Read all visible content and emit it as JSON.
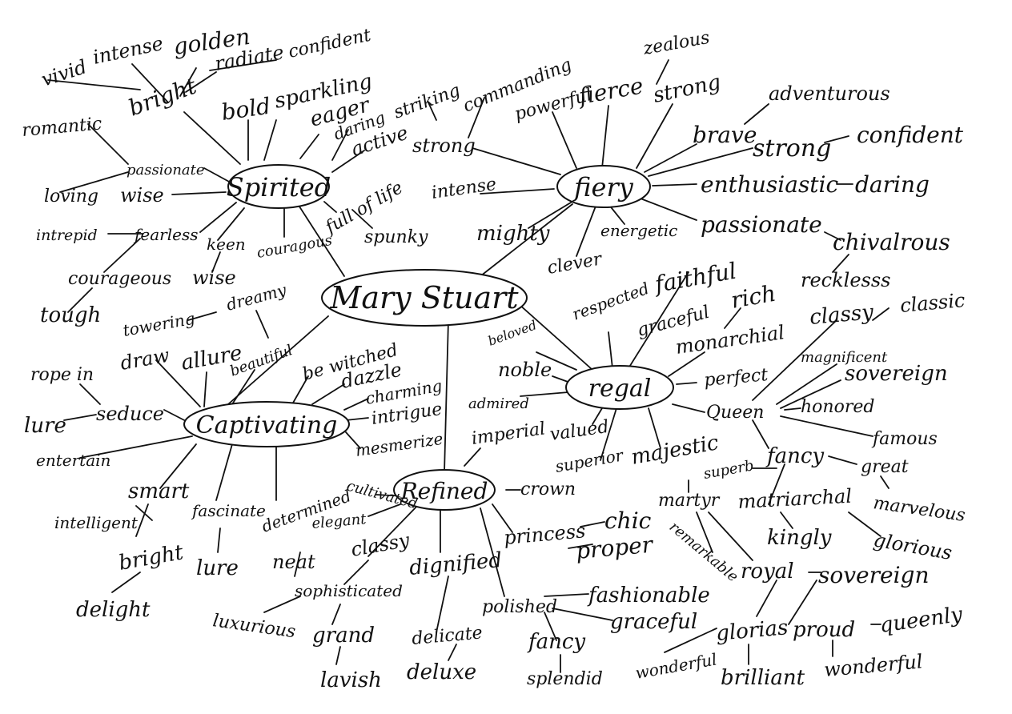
{
  "center": "Mary Stuart",
  "hubs": {
    "spirited": "Spirited",
    "fiery": "fiery",
    "captivating": "Captivating",
    "refined": "Refined",
    "regal": "regal"
  },
  "words": {
    "vivid": "vivid",
    "intense1": "intense",
    "golden": "golden",
    "radiate": "radiate",
    "confident1": "confident",
    "bright1": "bright",
    "bold": "bold",
    "sparkling": "sparkling",
    "eager": "eager",
    "daring1": "daring",
    "striking": "striking",
    "active": "active",
    "romantic": "romantic",
    "passionate1": "passionate",
    "loving": "loving",
    "wise1": "wise",
    "intrepid": "intrepid",
    "fearless": "fearless",
    "keen": "keen",
    "courageous1": "couragous",
    "fulloflife": "full of life",
    "spunky": "spunky",
    "courageous2": "courageous",
    "wise2": "wise",
    "tough": "tough",
    "commanding": "commanding",
    "powerful": "powerful",
    "fierce": "fierce",
    "zealous": "zealous",
    "strong1": "strong",
    "strong2": "strong",
    "adventurous": "adventurous",
    "brave": "brave",
    "strong3": "strong",
    "confident2": "confident",
    "intense2": "intense",
    "enthusiastic": "enthusiastic",
    "daring2": "daring",
    "mighty": "mighty",
    "energetic": "energetic",
    "passionate2": "passionate",
    "chivalrous": "chivalrous",
    "clever": "clever",
    "reckless": "recklesss",
    "towering": "towering",
    "dreamy": "dreamy",
    "beautiful": "beautiful",
    "draw": "draw",
    "allure": "allure",
    "ropein": "rope in",
    "seduce": "seduce",
    "lure1": "lure",
    "entertain": "entertain",
    "bewitched": "be witched",
    "dazzle": "dazzle",
    "charming": "charming",
    "intrigue": "intrigue",
    "mesmerize": "mesmerize",
    "smart": "smart",
    "intelligent": "intelligent",
    "bright2": "bright",
    "delight": "delight",
    "fascinate": "fascinate",
    "lure2": "lure",
    "determined": "determined",
    "cultivated": "cultivated",
    "elegant": "elegant",
    "neat": "neat",
    "classy1": "classy",
    "sophisticated": "sophisticated",
    "luxurious": "luxurious",
    "grand": "grand",
    "lavish": "lavish",
    "dignified": "dignified",
    "delicate": "delicate",
    "deluxe": "deluxe",
    "polished": "polished",
    "fashionable": "fashionable",
    "graceful1": "graceful",
    "fancy1": "fancy",
    "splendid": "splendid",
    "imperial": "imperial",
    "crown": "crown",
    "princess": "princess",
    "chic": "chic",
    "proper": "proper",
    "respected": "respected",
    "faithful": "faithful",
    "graceful2": "graceful",
    "rich": "rich",
    "beloved": "beloved",
    "noble": "noble",
    "admired": "admired",
    "valued": "valued",
    "superior": "superior",
    "majestic": "majestic",
    "monarchial": "monarchial",
    "classy2": "classy",
    "classic": "classic",
    "perfect": "perfect",
    "magnificent": "magnificent",
    "sovereign1": "sovereign",
    "queen": "Queen",
    "honored": "honored",
    "famous": "famous",
    "fancy2": "fancy",
    "great": "great",
    "marvelous": "marvelous",
    "superb": "superb",
    "martyr": "martyr",
    "matriarchal": "matriarchal",
    "kingly": "kingly",
    "glorious1": "glorious",
    "remarkable": "remarkable",
    "royal": "royal",
    "sovereign2": "sovereign",
    "glorious2": "glorias",
    "proud": "proud",
    "queenly": "queenly",
    "wonderful1": "wonderful",
    "brilliant": "brilliant",
    "wonderful2": "wonderful"
  }
}
